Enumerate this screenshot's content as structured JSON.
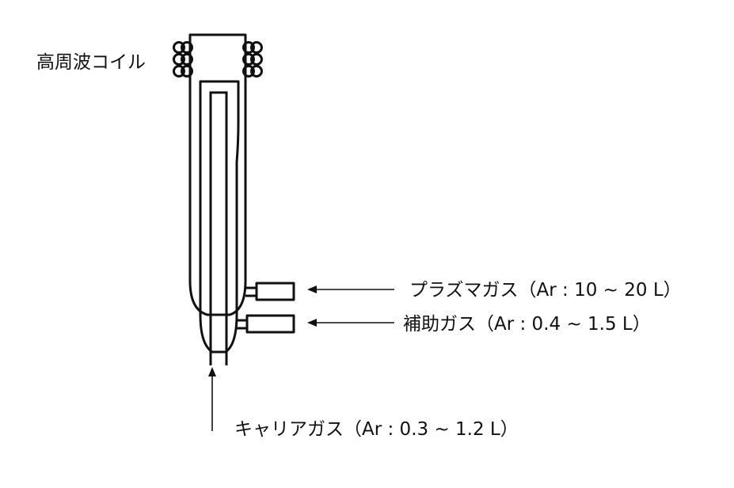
{
  "labels": {
    "coil": "高周波コイル",
    "plasma_gas": "プラズマガス（Ar : 10 ~ 20 L）",
    "auxiliary_gas": "補助ガス（Ar : 0.4 ~ 1.5 L）",
    "carrier_gas": "キャリアガス（Ar : 0.3 ~ 1.2 L）"
  },
  "colors": {
    "line": "#111111",
    "background": "#ffffff"
  }
}
